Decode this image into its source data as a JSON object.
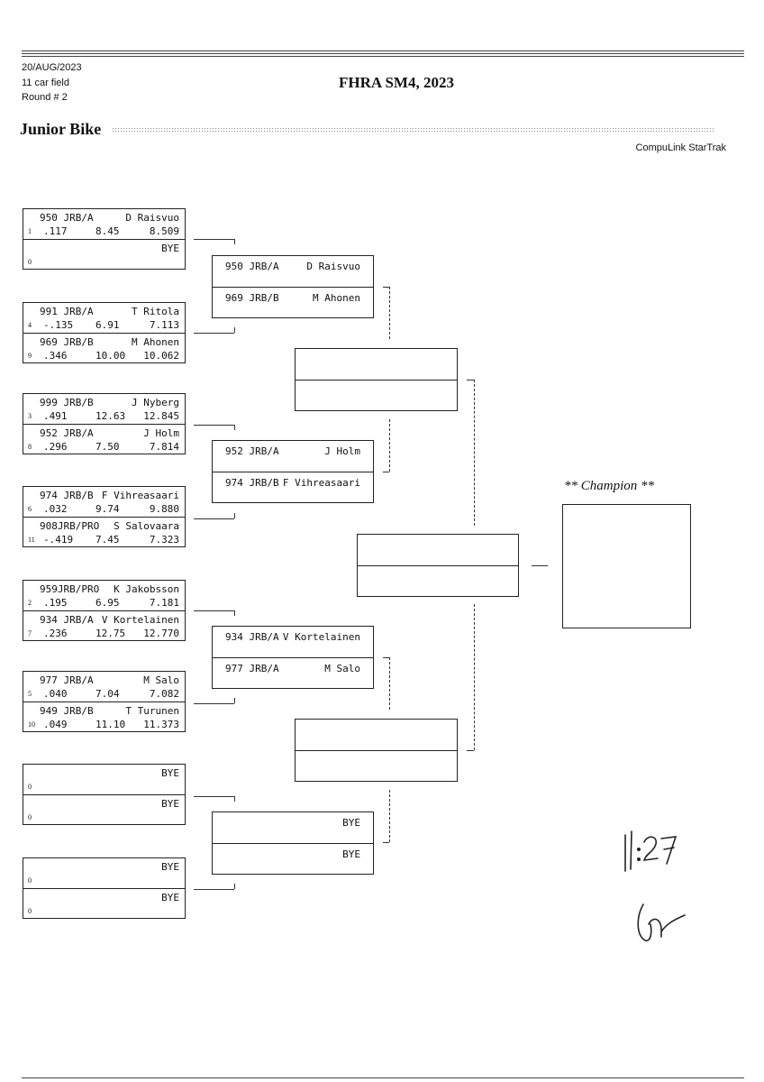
{
  "header": {
    "date": "20/AUG/2023",
    "field": "11 car field",
    "round": "Round # 2",
    "title": "FHRA SM4, 2023",
    "class_name": "Junior Bike",
    "software": "CompuLink StarTrak"
  },
  "round1": [
    {
      "slots": [
        {
          "seed": "1",
          "number": "950 JRB/A",
          "driver": "D Raisvuo",
          "rt": ".117",
          "et": "8.45",
          "dial": "8.509"
        },
        {
          "seed": "0",
          "number": "",
          "driver": "BYE",
          "rt": "",
          "et": "",
          "dial": ""
        }
      ]
    },
    {
      "slots": [
        {
          "seed": "4",
          "number": "991 JRB/A",
          "driver": "T Ritola",
          "rt": "-.135",
          "et": "6.91",
          "dial": "7.113"
        },
        {
          "seed": "9",
          "number": "969 JRB/B",
          "driver": "M Ahonen",
          "rt": ".346",
          "et": "10.00",
          "dial": "10.062"
        }
      ]
    },
    {
      "slots": [
        {
          "seed": "3",
          "number": "999 JRB/B",
          "driver": "J Nyberg",
          "rt": ".491",
          "et": "12.63",
          "dial": "12.845"
        },
        {
          "seed": "8",
          "number": "952 JRB/A",
          "driver": "J Holm",
          "rt": ".296",
          "et": "7.50",
          "dial": "7.814"
        }
      ]
    },
    {
      "slots": [
        {
          "seed": "6",
          "number": "974 JRB/B",
          "driver": "F Vihreasaari",
          "rt": ".032",
          "et": "9.74",
          "dial": "9.880"
        },
        {
          "seed": "11",
          "number": "908JRB/PRO",
          "driver": "S Salovaara",
          "rt": "-.419",
          "et": "7.45",
          "dial": "7.323"
        }
      ]
    },
    {
      "slots": [
        {
          "seed": "2",
          "number": "959JRB/PRO",
          "driver": "K Jakobsson",
          "rt": ".195",
          "et": "6.95",
          "dial": "7.181"
        },
        {
          "seed": "7",
          "number": "934 JRB/A",
          "driver": "V Kortelainen",
          "rt": ".236",
          "et": "12.75",
          "dial": "12.770"
        }
      ]
    },
    {
      "slots": [
        {
          "seed": "5",
          "number": "977 JRB/A",
          "driver": "M Salo",
          "rt": ".040",
          "et": "7.04",
          "dial": "7.082"
        },
        {
          "seed": "10",
          "number": "949 JRB/B",
          "driver": "T Turunen",
          "rt": ".049",
          "et": "11.10",
          "dial": "11.373"
        }
      ]
    },
    {
      "slots": [
        {
          "seed": "0",
          "number": "",
          "driver": "BYE",
          "rt": "",
          "et": "",
          "dial": ""
        },
        {
          "seed": "0",
          "number": "",
          "driver": "BYE",
          "rt": "",
          "et": "",
          "dial": ""
        }
      ]
    },
    {
      "slots": [
        {
          "seed": "0",
          "number": "",
          "driver": "BYE",
          "rt": "",
          "et": "",
          "dial": ""
        },
        {
          "seed": "0",
          "number": "",
          "driver": "BYE",
          "rt": "",
          "et": "",
          "dial": ""
        }
      ]
    }
  ],
  "round2": [
    {
      "slots": [
        {
          "number": "950 JRB/A",
          "driver": "D Raisvuo"
        },
        {
          "number": "969 JRB/B",
          "driver": "M Ahonen"
        }
      ]
    },
    {
      "slots": [
        {
          "number": "952 JRB/A",
          "driver": "J Holm"
        },
        {
          "number": "974 JRB/B",
          "driver": "F Vihreasaari"
        }
      ]
    },
    {
      "slots": [
        {
          "number": "934 JRB/A",
          "driver": "V Kortelainen"
        },
        {
          "number": "977 JRB/A",
          "driver": "M Salo"
        }
      ]
    },
    {
      "slots": [
        {
          "number": "",
          "driver": "BYE"
        },
        {
          "number": "",
          "driver": "BYE"
        }
      ]
    }
  ],
  "champion_label": "** Champion **",
  "handwritten_note": "11:27"
}
